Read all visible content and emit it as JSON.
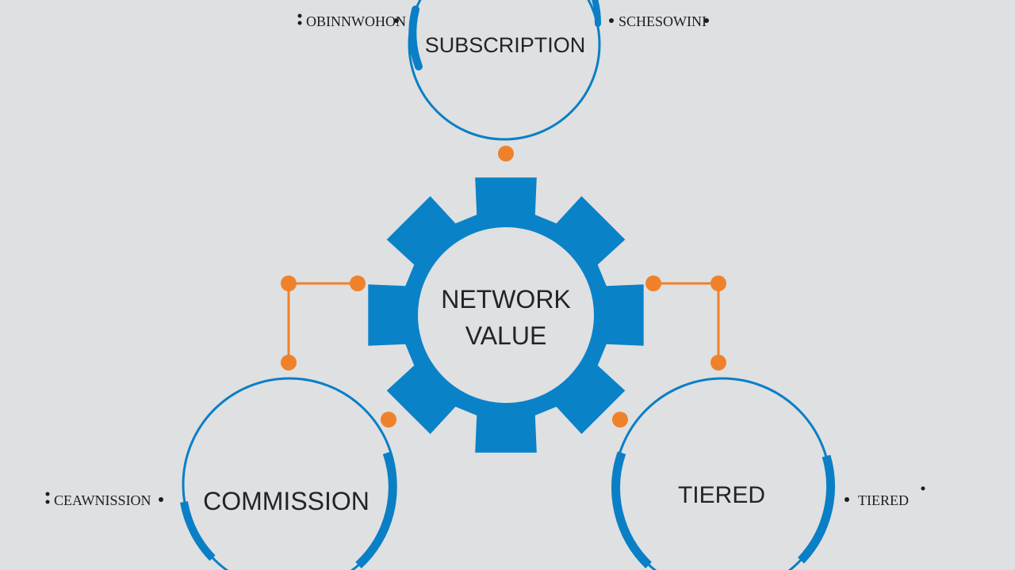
{
  "center": {
    "line1": "NETWORK",
    "line2": "VALUE"
  },
  "nodes": {
    "subscription": {
      "label": "SUBSCRIPTION"
    },
    "commission": {
      "label": "COMMISSION"
    },
    "tiered": {
      "label": "TIERED"
    }
  },
  "side_labels": {
    "top_left": "OBINNWOHON",
    "top_right": "SCHESOWINI",
    "bottom_left": "CEAWNISSION",
    "bottom_right": "TIERED"
  },
  "colors": {
    "background": "#dfe0e1",
    "gear": "#0a82c8",
    "ring": "#0a7fc6",
    "connector": "#f0812b",
    "text": "#222426"
  }
}
